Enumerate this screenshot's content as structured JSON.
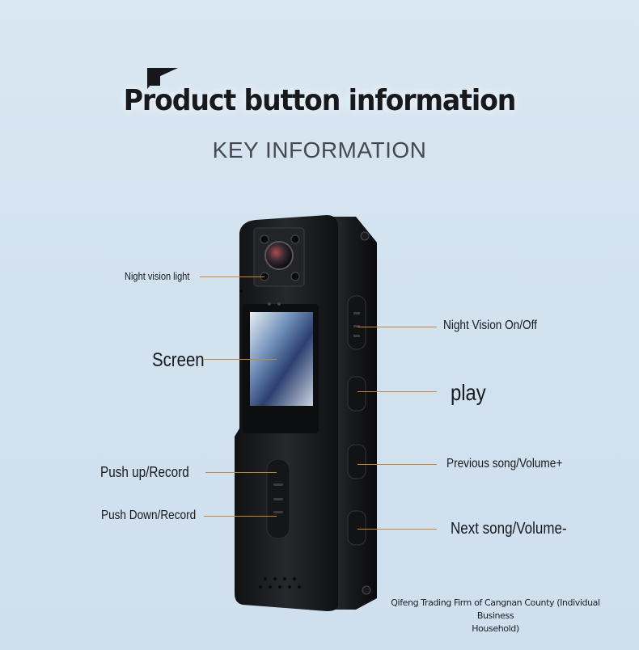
{
  "title": "Product button information",
  "subtitle": "KEY INFORMATION",
  "labels": {
    "night_vision_light": "Night vision light",
    "screen": "Screen",
    "push_up_record": "Push up/Record",
    "push_down_record": "Push Down/Record",
    "night_vision_onoff": "Night Vision On/Off",
    "play": "play",
    "previous_song_volume_up": "Previous song/Volume+",
    "next_song_volume_down": "Next song/Volume-"
  },
  "footer": {
    "line1": "Qifeng Trading Firm of Cangnan County (Individual Business",
    "line2": "Household)"
  },
  "colors": {
    "background": "#d6e5f1",
    "leader_line": "#c9863a",
    "device_body": "#1c1d20"
  },
  "icons": [
    "camera-lens-icon",
    "night-vision-led-icon",
    "screw-icon",
    "speaker-grille-icon"
  ]
}
